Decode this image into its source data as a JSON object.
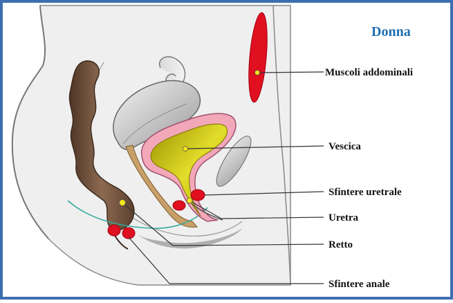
{
  "title": "Donna",
  "labels": {
    "abdominal_muscles": "Muscoli addominali",
    "bladder": "Vescica",
    "urethral_sphincter": "Sfintere uretrale",
    "urethra": "Uretra",
    "rectum": "Retto",
    "anal_sphincter": "Sfintere anale"
  },
  "colors": {
    "frame": "#3d6fb0",
    "title": "#1f6fb3",
    "muscle_red": "#e01020",
    "marker_yellow": "#f5e51a",
    "bladder_wall": "#f2a8b8",
    "bladder_inner": "#c9c20a",
    "rectum_brown": "#7a5840",
    "body_grey": "#eeeeee"
  }
}
